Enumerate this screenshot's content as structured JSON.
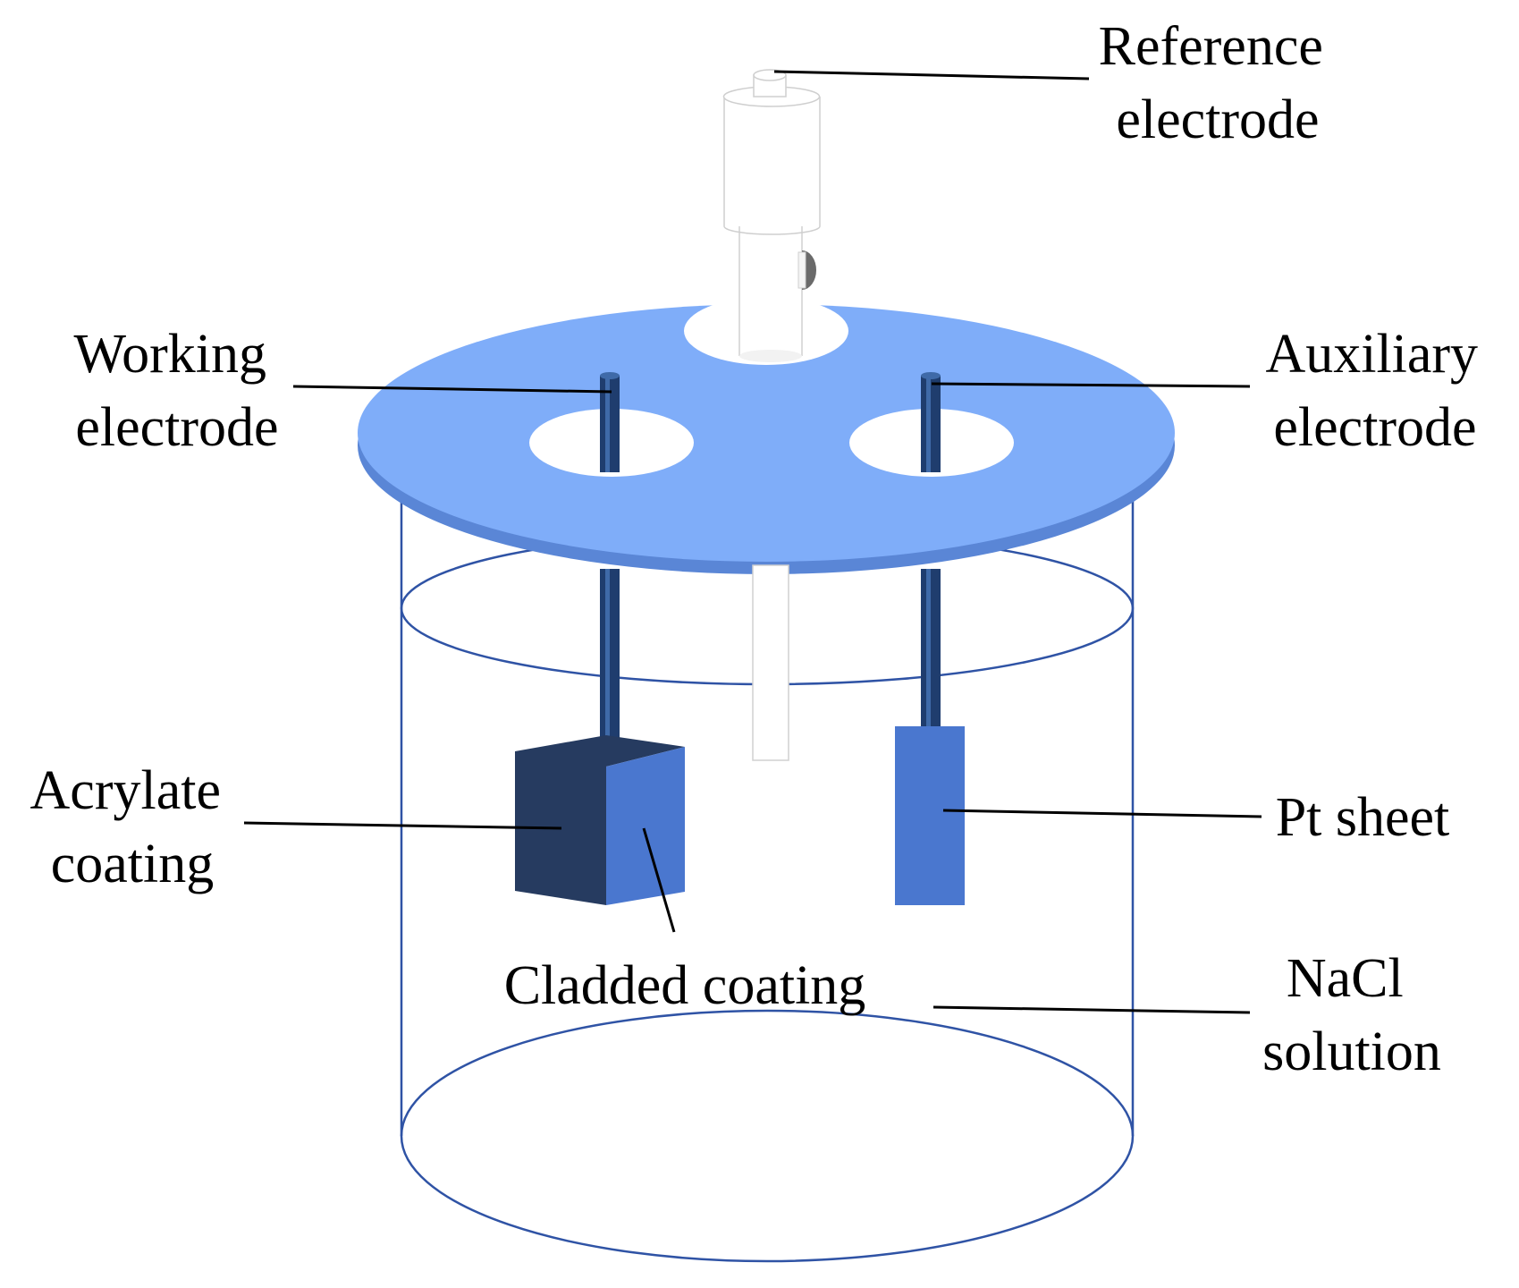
{
  "labels": {
    "reference_electrode": [
      "Reference",
      "electrode"
    ],
    "working_electrode": [
      "Working",
      "electrode"
    ],
    "auxiliary_electrode": [
      "Auxiliary",
      "electrode"
    ],
    "acrylate_coating": [
      "Acrylate",
      "coating"
    ],
    "pt_sheet": "Pt sheet",
    "cladded_coating": "Cladded coating",
    "nacl_solution": [
      "NaCl",
      "solution"
    ]
  },
  "colors": {
    "lid_top": "#7fadf9",
    "lid_edge": "#5a86d6",
    "beaker_outline": "#2f53a5",
    "rod": "#1f3d6e",
    "rod_highlight": "#3f6aa8",
    "sample_dark_face": "#263b60",
    "sample_light_face": "#4a77cf",
    "pt_sheet": "#4a77cf",
    "reference_body": "#ffffff",
    "reference_outline": "#d0d0d0"
  }
}
